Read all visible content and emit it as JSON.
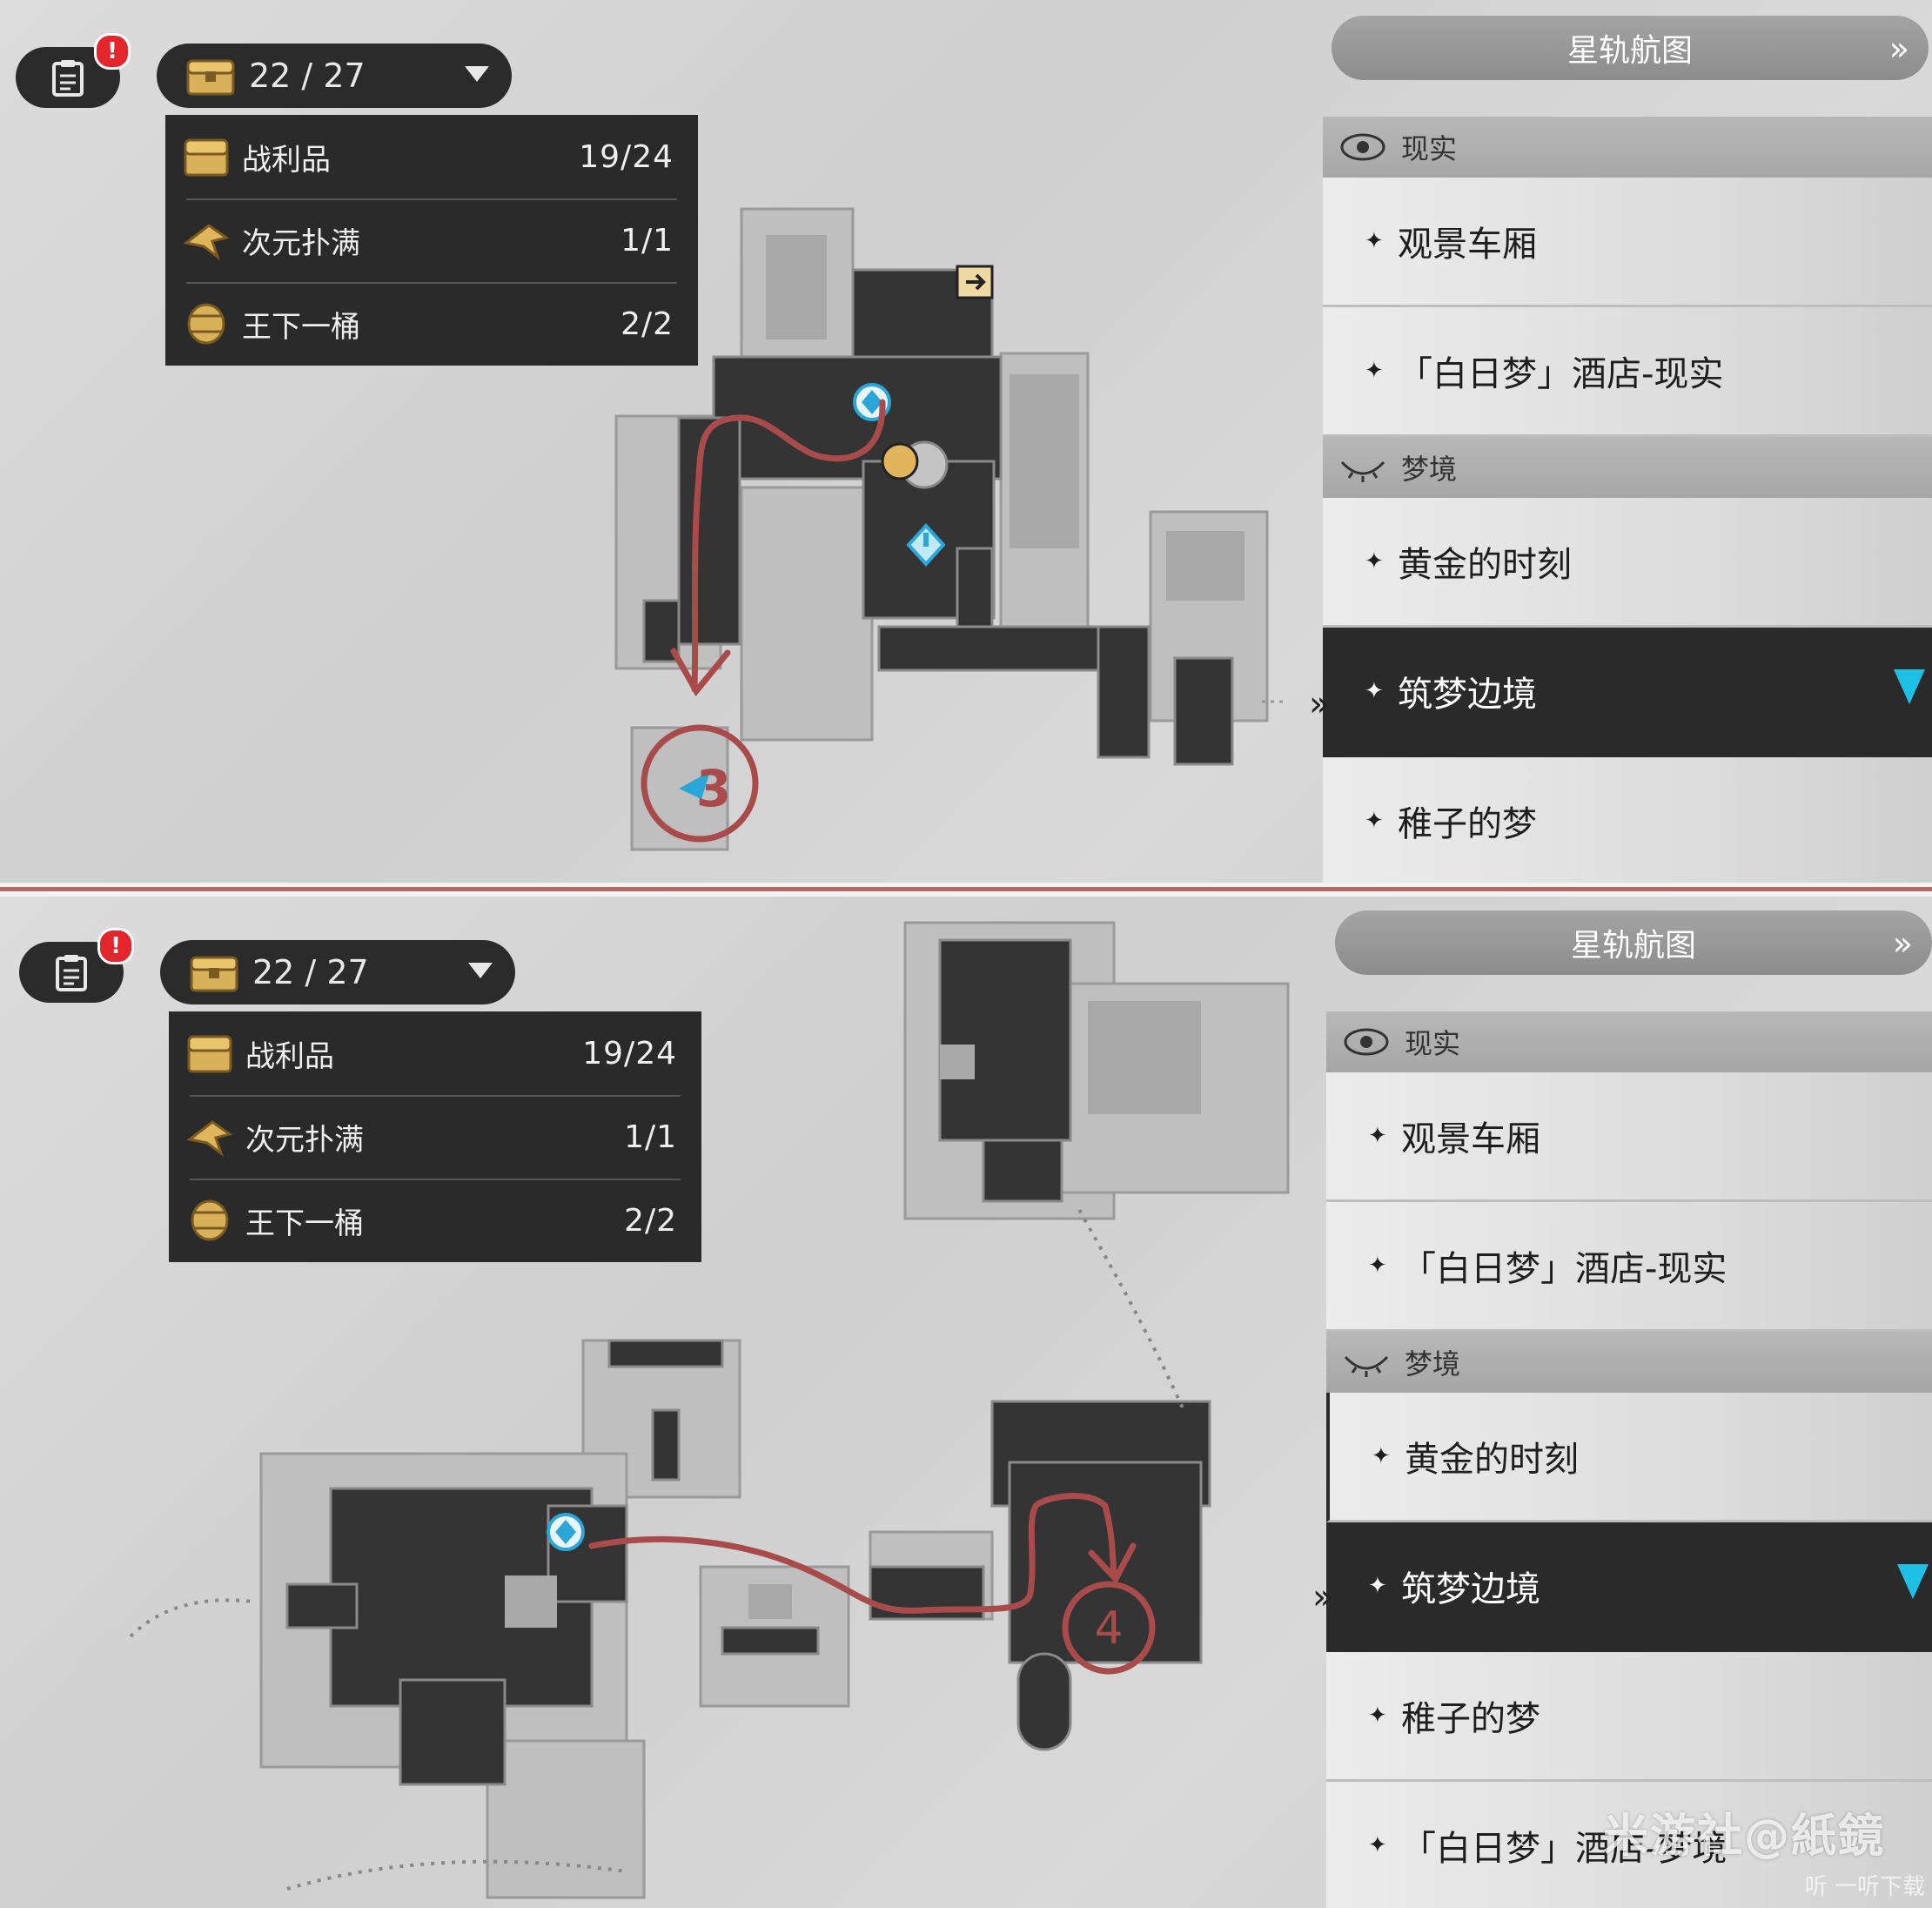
{
  "top": {
    "chest": {
      "count": "22 / 27"
    },
    "loot": [
      {
        "label": "战利品",
        "count": "19/24"
      },
      {
        "label": "次元扑满",
        "count": "1/1"
      },
      {
        "label": "王下一桶",
        "count": "2/2"
      }
    ],
    "map_marker": "3",
    "nav": {
      "title": "星轨航图",
      "section_reality": "现实",
      "section_dream": "梦境",
      "items": [
        "观景车厢",
        "「白日梦」酒店-现实",
        "黄金的时刻",
        "筑梦边境",
        "稚子的梦"
      ]
    }
  },
  "bottom": {
    "chest": {
      "count": "22 / 27"
    },
    "loot": [
      {
        "label": "战利品",
        "count": "19/24"
      },
      {
        "label": "次元扑满",
        "count": "1/1"
      },
      {
        "label": "王下一桶",
        "count": "2/2"
      }
    ],
    "map_marker": "4",
    "nav": {
      "title": "星轨航图",
      "section_reality": "现实",
      "section_dream": "梦境",
      "items": [
        "观景车厢",
        "「白日梦」酒店-现实",
        "黄金的时刻",
        "筑梦边境",
        "稚子的梦",
        "「白日梦」酒店-梦境"
      ]
    }
  },
  "watermark": "米游社@紙鏡",
  "watermark_small": "听 一听下载",
  "colors": {
    "route": "#a94b4b",
    "accent": "#1ec0e6",
    "alert": "#e2262b",
    "panel_dark": "#2a2a2a"
  },
  "icons": [
    "clipboard-icon",
    "treasure-chest-icon",
    "space-anchor-icon",
    "mission-marker-icon",
    "exit-icon",
    "eye-icon",
    "dream-eye-icon"
  ]
}
